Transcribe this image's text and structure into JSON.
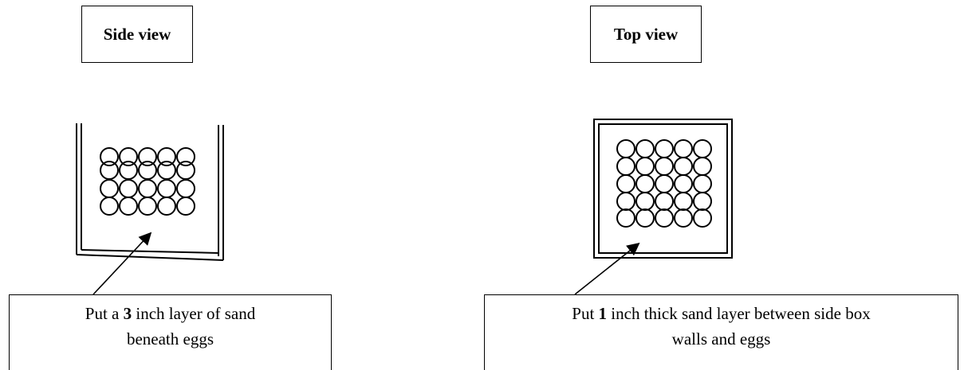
{
  "side_view": {
    "title": "Side view",
    "caption": {
      "prefix": "Put a ",
      "number": "3",
      "middle": " inch layer of sand",
      "line2": "beneath eggs"
    }
  },
  "top_view": {
    "title": "Top view",
    "caption": {
      "prefix": "Put ",
      "number": "1",
      "middle": " inch thick sand layer between side box",
      "line2": "walls and eggs"
    }
  },
  "colors": {
    "stroke": "#000000",
    "background": "#ffffff"
  }
}
